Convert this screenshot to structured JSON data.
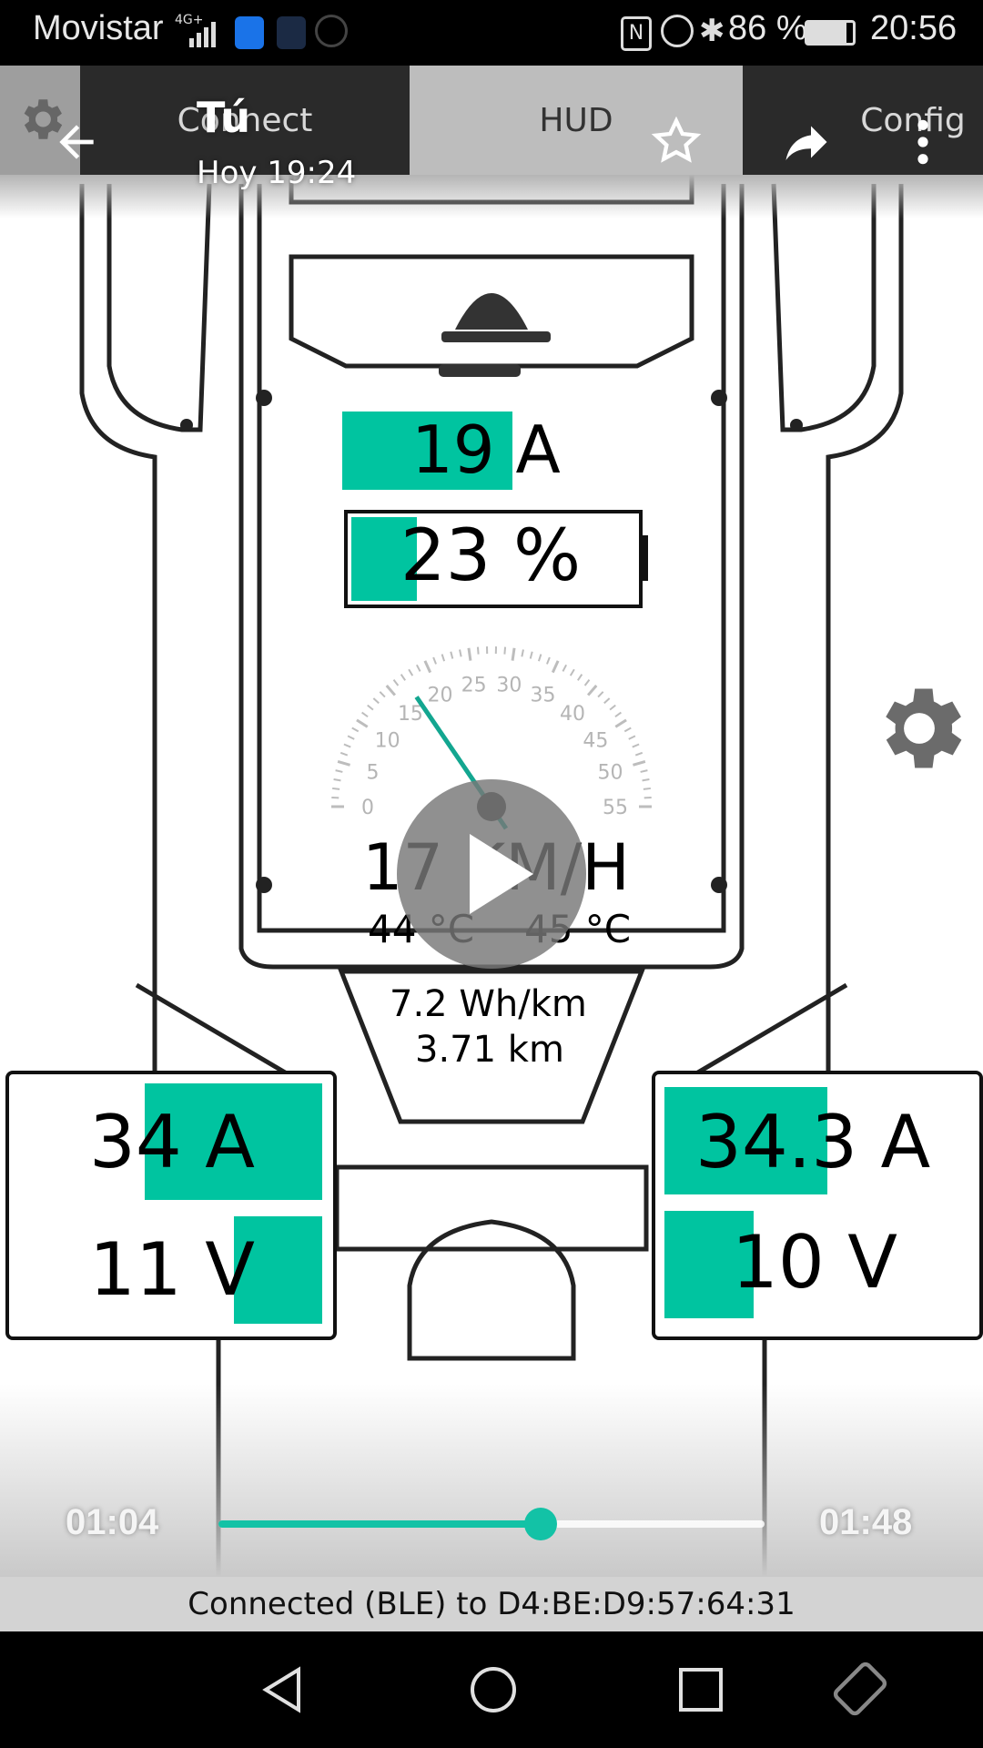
{
  "status_bar": {
    "carrier": "Movistar",
    "network": "4G+",
    "battery": "86 %",
    "clock": "20:56"
  },
  "video_header": {
    "sender": "Tú",
    "timestamp": "Hoy 19:24"
  },
  "app_tabs": [
    "Connect",
    "HUD",
    "Config"
  ],
  "hud": {
    "current_top": "19 A",
    "current_top_fraction": 0.73,
    "battery_percent_label": "23 %",
    "battery_fraction": 0.23,
    "speedometer": {
      "ticks": [
        "0",
        "5",
        "10",
        "15",
        "20",
        "25",
        "30",
        "35",
        "40",
        "45",
        "50",
        "55"
      ],
      "value": 17,
      "max": 55
    },
    "speed_label": "17 KM/H",
    "temp_left": "44 °C",
    "temp_right": "45 °C",
    "efficiency": "7.2 Wh/km",
    "distance": "3.71 km",
    "left_motor": {
      "current": "34 A",
      "voltage": "11 V",
      "current_fraction": 0.6,
      "voltage_fraction": 0.3
    },
    "right_motor": {
      "current": "34.3 A",
      "voltage": "10 V",
      "current_fraction": 0.55,
      "voltage_fraction": 0.3
    }
  },
  "player": {
    "elapsed": "01:04",
    "total": "01:48",
    "progress": 0.59
  },
  "connection_status": "Connected (BLE) to D4:BE:D9:57:64:31",
  "colors": {
    "accent": "#00c4a0",
    "progress": "#13c2a6",
    "status_bar": "#000000"
  },
  "icons": [
    "back-arrow-icon",
    "star-icon",
    "share-icon",
    "more-vert-icon",
    "gear-icon",
    "play-icon",
    "nav-back-icon",
    "nav-home-icon",
    "nav-recents-icon",
    "rotate-icon"
  ]
}
